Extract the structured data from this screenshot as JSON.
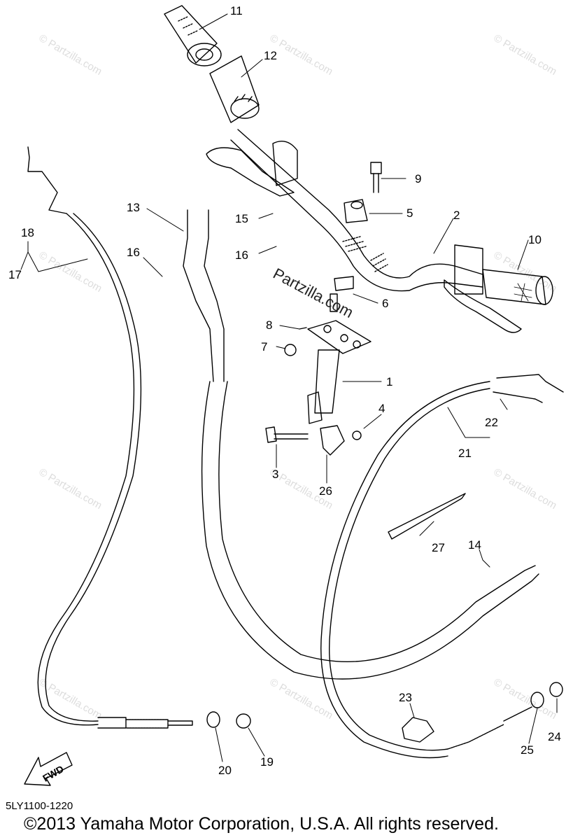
{
  "watermark_text": "© Partzilla.com",
  "center_watermark": "Partzilla.com",
  "diagram_code": "5LY1100-1220",
  "copyright": "©2013 Yamaha Motor Corporation, U.S.A. All rights reserved.",
  "fwd_label": "FWD",
  "callouts": {
    "c1": "1",
    "c2": "2",
    "c3": "3",
    "c4": "4",
    "c5": "5",
    "c6": "6",
    "c7": "7",
    "c8": "8",
    "c9": "9",
    "c10": "10",
    "c11": "11",
    "c12": "12",
    "c13": "13",
    "c14": "14",
    "c15": "15",
    "c16a": "16",
    "c16b": "16",
    "c17": "17",
    "c18": "18",
    "c19": "19",
    "c20": "20",
    "c21": "21",
    "c22": "22",
    "c23": "23",
    "c24": "24",
    "c25": "25",
    "c26": "26",
    "c27": "27"
  }
}
